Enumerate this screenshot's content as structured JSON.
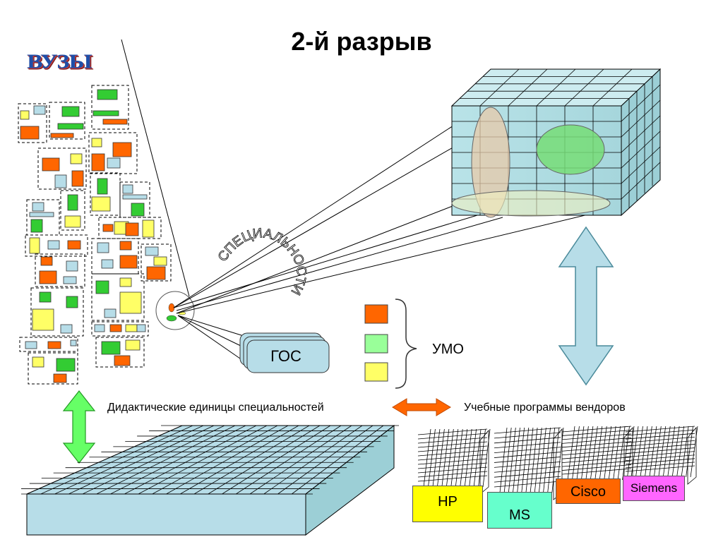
{
  "title": "2-й разрыв",
  "logo_text": "ВУЗЫ",
  "curved_text": "СПЕЦИАЛЬНОСТИ",
  "labels": {
    "didactic_units": "Дидактические единицы специальностей",
    "vendor_programs": "Учебные программы вендоров",
    "umo": "УМО",
    "gos": "ГОС"
  },
  "vendors": [
    "HP",
    "MS",
    "Cisco",
    "Siemens"
  ],
  "colors": {
    "orange": "#ff6600",
    "green": "#33cc33",
    "light_green": "#99ff99",
    "yellow": "#ffff66",
    "light_blue": "#b7dde8",
    "cube_fill": "#a9dbe0",
    "blue_arrow": "#b7dde8",
    "green_arrow": "#66ff66",
    "orange_arrow": "#ff6600"
  },
  "icons": [
    "dashed-box-icon",
    "cube-icon",
    "ellipse-icon",
    "double-arrow-icon",
    "brace-icon"
  ]
}
